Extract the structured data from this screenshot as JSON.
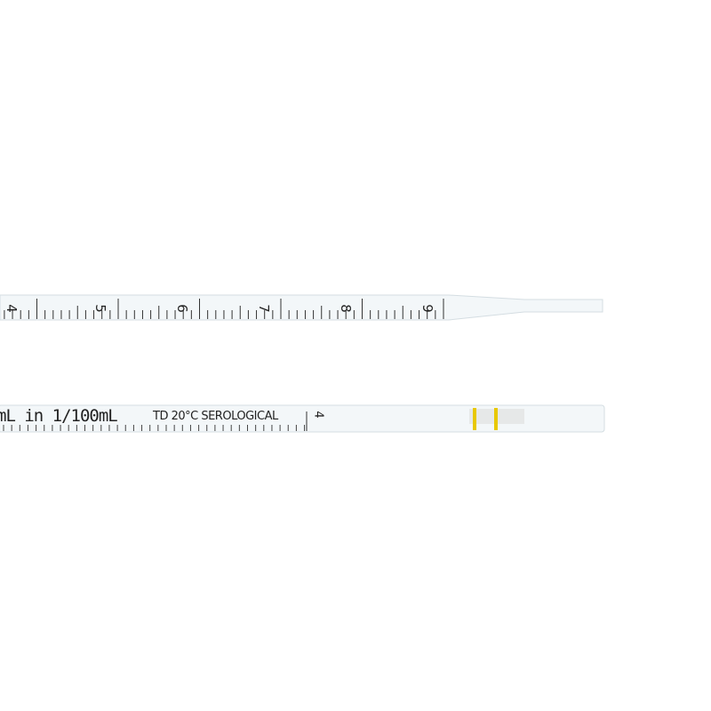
{
  "pipette_top": {
    "graduation_numbers": [
      "4",
      "5",
      "6",
      "7",
      "8",
      "9"
    ]
  },
  "pipette_bottom": {
    "capacity_text": "mL in 1/100mL",
    "spec_text": "TD 20°C SEROLOGICAL",
    "number": "4",
    "band_color": "#e8c800"
  }
}
